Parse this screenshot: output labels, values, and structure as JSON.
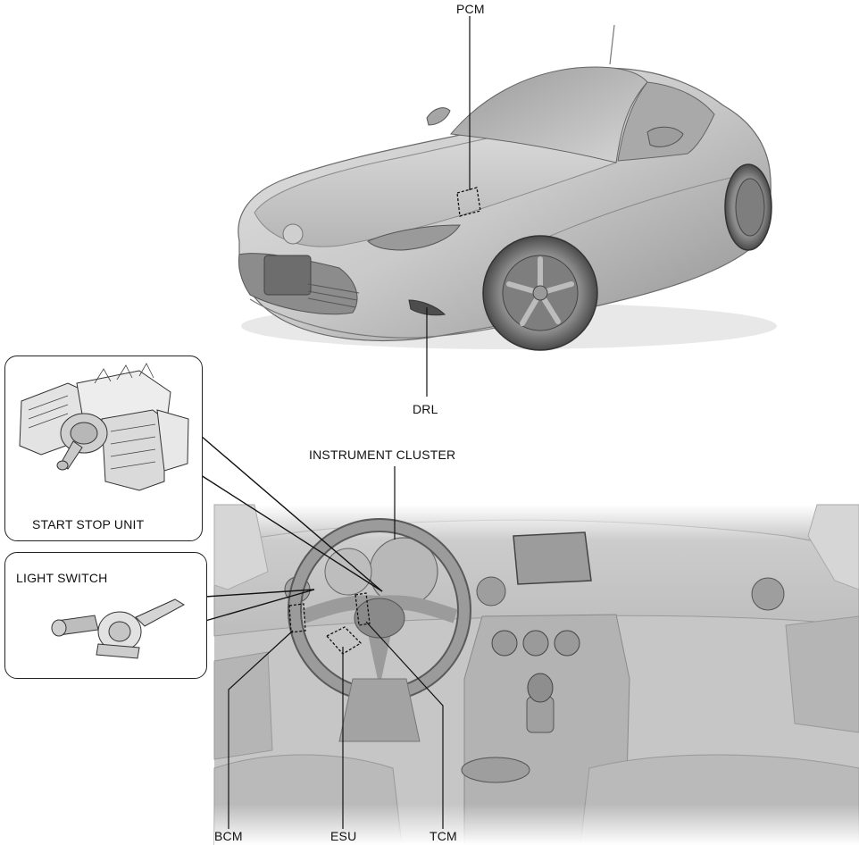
{
  "labels": {
    "pcm": "PCM",
    "drl": "DRL",
    "instrument_cluster": "INSTRUMENT CLUSTER",
    "start_stop_unit": "START STOP UNIT",
    "light_switch": "LIGHT SWITCH",
    "bcm": "BCM",
    "esu": "ESU",
    "tcm": "TCM"
  }
}
